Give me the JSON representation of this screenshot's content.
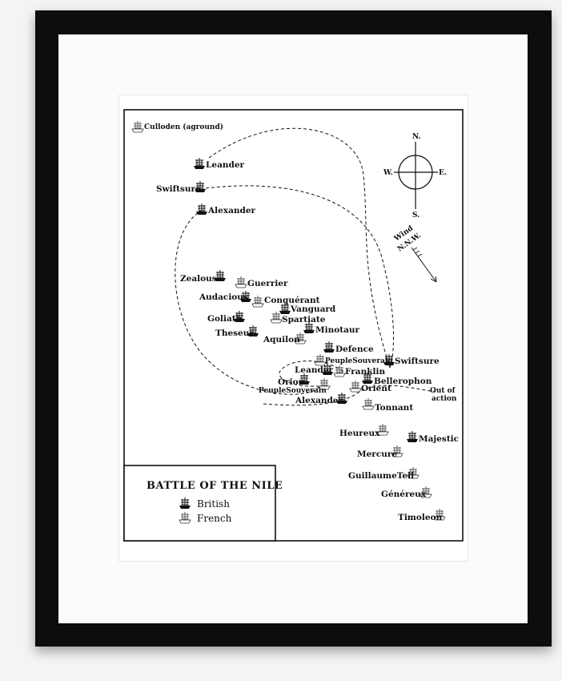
{
  "title": "BATTLE OF THE NILE",
  "legend": {
    "title": "BATTLE OF THE NILE",
    "items": [
      {
        "label": "British",
        "icon": "british-ship-icon"
      },
      {
        "label": "French",
        "icon": "french-ship-icon"
      }
    ]
  },
  "compass": {
    "north": "N.",
    "south": "S.",
    "east": "E.",
    "west": "W."
  },
  "wind": {
    "line1": "Wind",
    "line2": "N.N.W."
  },
  "out_of_action": {
    "line1": "Out of",
    "line2": "action"
  },
  "ships": {
    "culloden": "Culloden (aground)",
    "leander_1": "Leander",
    "swiftsure_1": "Swiftsure",
    "alexander_1": "Alexander",
    "zealous": "Zealous",
    "guerrier": "Guerrier",
    "audacious": "Audacious",
    "conquerant": "Conquérant",
    "vanguard": "Vanguard",
    "goliath": "Goliath",
    "spartiate": "Spartiate",
    "theseus": "Theseus",
    "minotaur": "Minotaur",
    "aquilon": "Aquilon",
    "defence": "Defence",
    "peuple_souverain_1": "PeupleSouverain",
    "swiftsure_2": "Swiftsure",
    "leander_2": "Leander",
    "franklin": "Franklin",
    "orion": "Orion",
    "bellerophon": "Bellerophon",
    "peuple_souverain_2": "PeupleSouverain",
    "orient": "Orient",
    "alexander_2": "Alexander",
    "tonnant": "Tonnant",
    "heureux": "Heureux",
    "majestic": "Majestic",
    "mercure": "Mercure",
    "guillaume_tell": "GuillaumeTell",
    "genereux": "Généreux",
    "timoleon": "Timoleon"
  }
}
